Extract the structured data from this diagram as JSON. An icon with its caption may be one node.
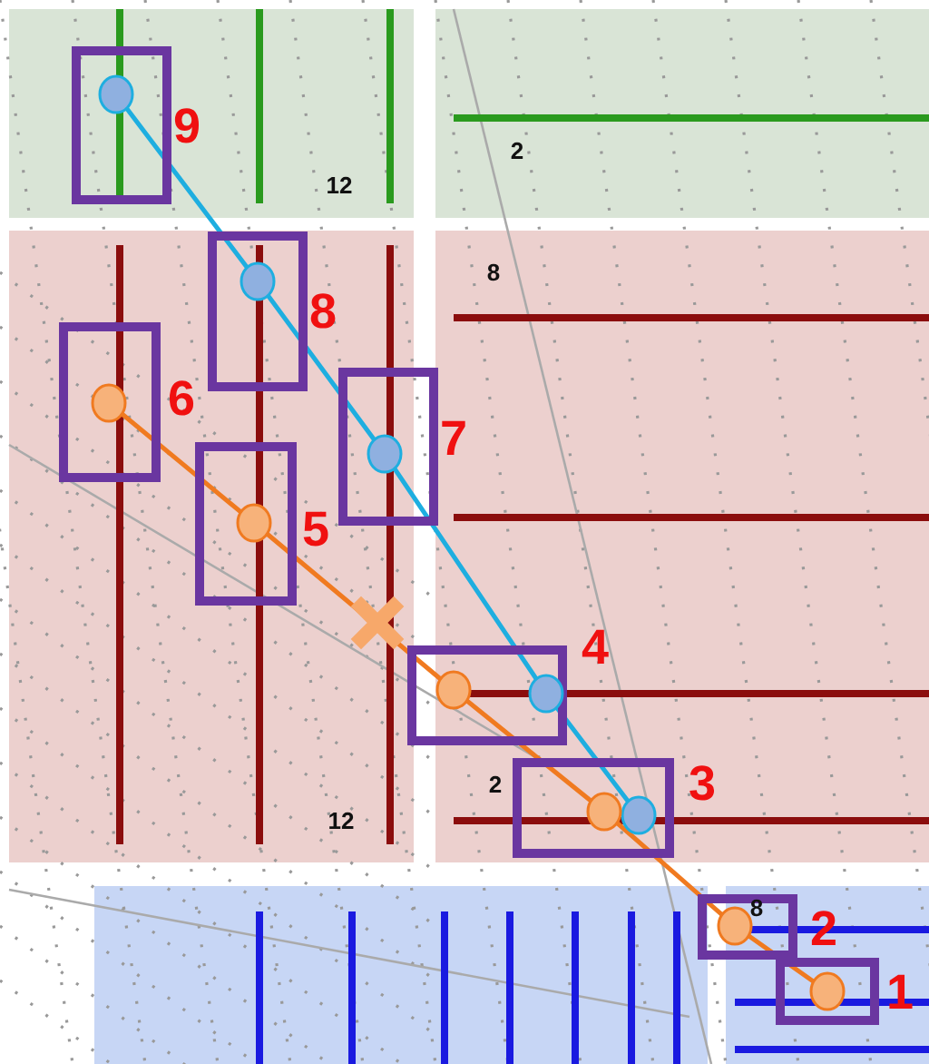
{
  "diagram": {
    "labels": [
      "9",
      "2",
      "12",
      "8",
      "8",
      "6",
      "7",
      "5",
      "4",
      "2",
      "3",
      "12",
      "8",
      "2",
      "1"
    ]
  }
}
